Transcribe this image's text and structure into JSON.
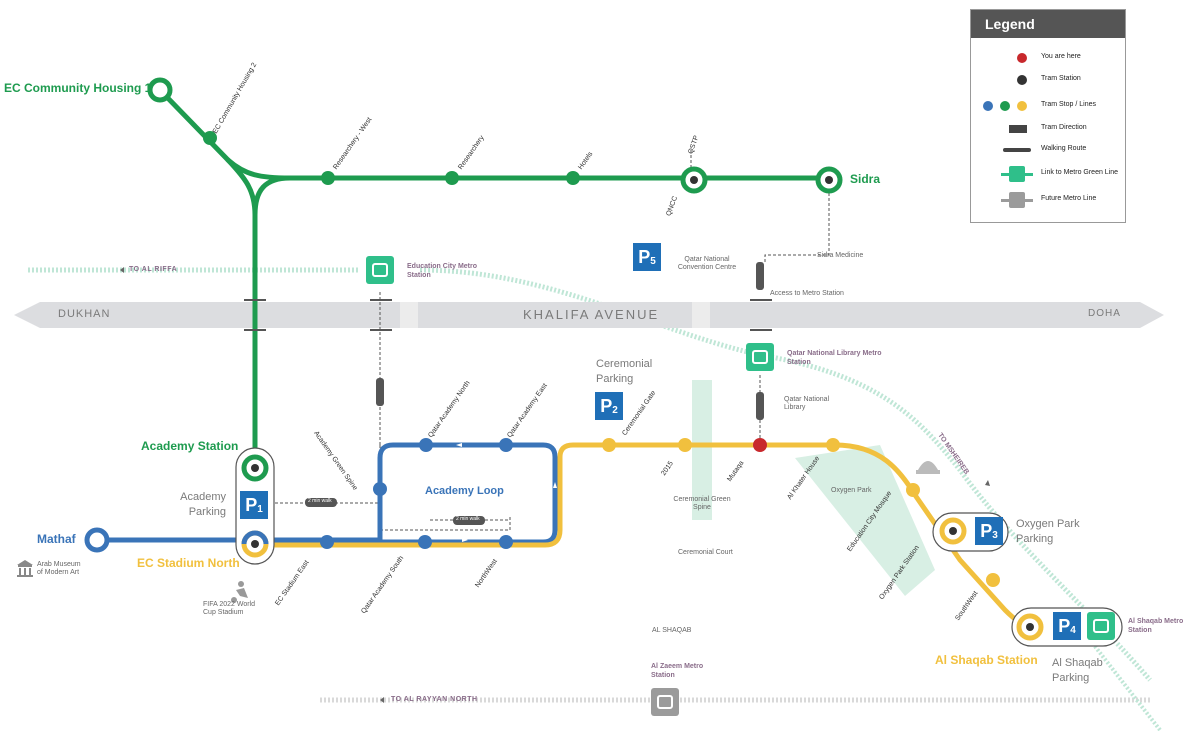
{
  "road": {
    "name": "KHALIFA AVENUE",
    "west": "DUKHAN",
    "east": "DOHA"
  },
  "walking_routes": {
    "riffa": "TO AL RIFFA",
    "rayyan": "TO AL RAYYAN NORTH",
    "msheireb": "TO MSHEIREB"
  },
  "green_line": {
    "terminal_west": "EC Community Housing 1",
    "terminal_east": "Sidra",
    "academy_station": "Academy Station",
    "stops": [
      "EC Community Housing 2",
      "Researchery - West",
      "Researchery",
      "Hotels",
      "QSTP",
      "QNCC"
    ]
  },
  "blue_line": {
    "terminal": "Mathaf",
    "loop_name": "Academy Loop",
    "stops": [
      "Academy Green Spine",
      "Qatar Academy North",
      "Qatar Academy East",
      "Qatar Academy South",
      "NorthWest",
      "EC Stadium East"
    ]
  },
  "yellow_line": {
    "ec_stadium_north": "EC Stadium North",
    "al_shaqab_station": "Al Shaqab Station",
    "stops": [
      "Ceremonial Gate",
      "2015",
      "Mutaqa",
      "Al Khater House",
      "Education City Mosque",
      "Oxygen Park Station",
      "SouthWest"
    ]
  },
  "metro": {
    "education_city": "Education City Metro Station",
    "qnl": "Qatar National Library Metro Station",
    "al_zaeem": "Al Zaeem Metro Station",
    "al_shaqab": "Al Shaqab Metro Station"
  },
  "parking": {
    "p1": {
      "letter": "P",
      "num": "1",
      "label": "Academy Parking"
    },
    "p2": {
      "letter": "P",
      "num": "2",
      "label": "Ceremonial Parking"
    },
    "p3": {
      "letter": "P",
      "num": "3",
      "label": "Oxygen Park Parking"
    },
    "p4": {
      "letter": "P",
      "num": "4",
      "label": "Al Shaqab Parking"
    },
    "p5": {
      "letter": "P",
      "num": "5"
    }
  },
  "places": {
    "qncc": "Qatar National Convention Centre",
    "sidra_medicine": "Sidra Medicine",
    "access_metro": "Access to Metro Station",
    "qnl_place": "Qatar National Library",
    "ceremonial_green": "Ceremonial Green Spine",
    "ceremonial_court": "Ceremonial Court",
    "oxygen_park": "Oxygen Park",
    "al_shaqab": "AL SHAQAB",
    "arab_museum": "Arab Museum of Modern Art",
    "fifa": "FIFA 2022 World Cup Stadium",
    "walk2": "2 min walk",
    "walk2b": "2 min walk"
  },
  "legend": {
    "title": "Legend",
    "items": [
      "You are here",
      "Tram Station",
      "Tram Stop / Lines",
      "Tram Direction",
      "Walking Route",
      "Link to Metro Green Line",
      "Future Metro Line"
    ]
  },
  "colors": {
    "green": "#1e9b4f",
    "blue": "#3a74b8",
    "yellow": "#f1c03e",
    "road": "#dcdde0",
    "metro_green": "#2fbf8a",
    "here": "#c8282c"
  }
}
